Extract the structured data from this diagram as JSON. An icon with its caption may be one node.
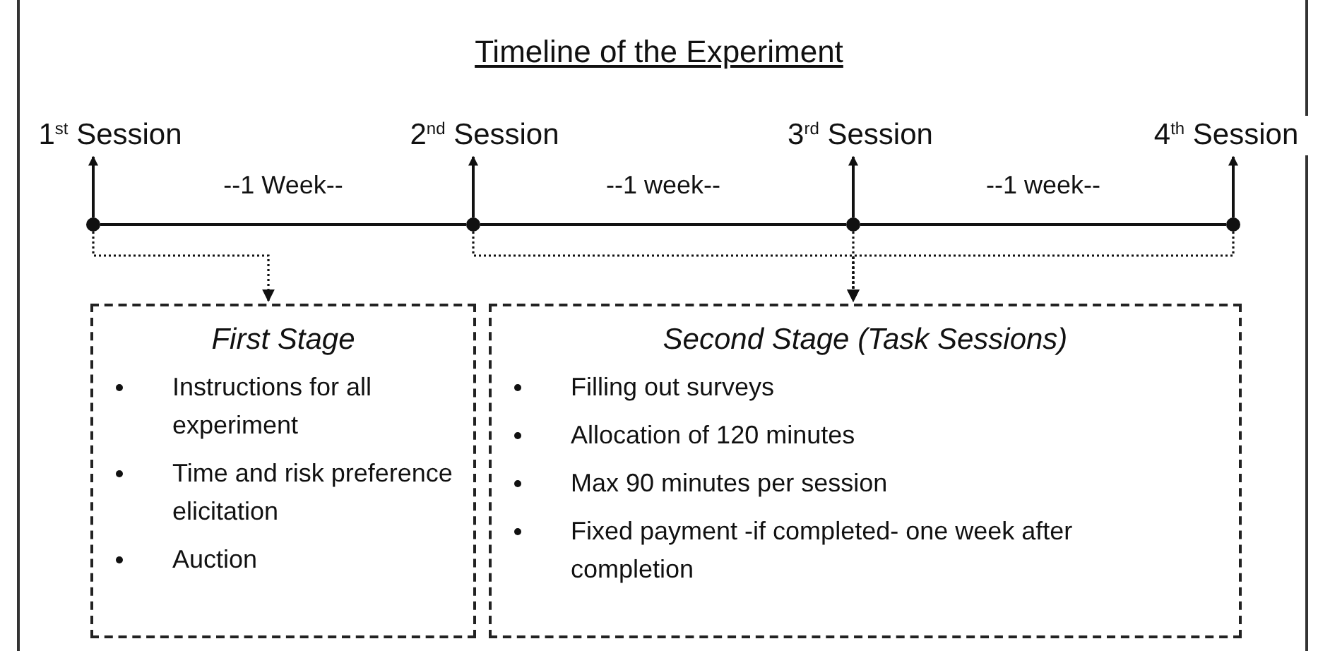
{
  "diagram": {
    "title": "Timeline of the Experiment",
    "nodes": [
      {
        "text": [
          "1$^{st}$ Session"
        ]
      },
      {
        "text": [
          "2$^{nd}$ Session"
        ]
      },
      {
        "text": [
          "3$^{rd}$ Session"
        ]
      },
      {
        "text": [
          "4$^{th}$ Session"
        ]
      },
      {
        "text": [],
        "shape": "circle"
      },
      {
        "text": [],
        "shape": "circle"
      },
      {
        "text": [],
        "shape": "circle"
      },
      {
        "text": [],
        "shape": "circle"
      },
      {
        "text": [
          "First Stage",
          "Instructions for all experiment",
          "Time and risk preference elicitation",
          "Auction"
        ]
      },
      {
        "text": [
          "Second Stage (Task Sessions)",
          "Filling out surveys",
          "Allocation of 120 minutes",
          "Max 90 minutes per session",
          "Fixed payment -if completed- one week after completion"
        ]
      }
    ],
    "edges": [
      {
        "from": 4,
        "to": 0,
        "arrow": "to"
      },
      {
        "from": 5,
        "to": 1,
        "arrow": "to"
      },
      {
        "from": 6,
        "to": 2,
        "arrow": "to"
      },
      {
        "from": 7,
        "to": 3,
        "arrow": "to"
      },
      {
        "from": 4,
        "to": 5,
        "arrow": "none",
        "label": "--1 Week--"
      },
      {
        "from": 5,
        "to": 6,
        "arrow": "none",
        "label": "--1 week--"
      },
      {
        "from": 6,
        "to": 7,
        "arrow": "none",
        "label": "--1 week--"
      },
      {
        "from": 4,
        "to": 8,
        "arrow": "to",
        "style": "dashed"
      },
      {
        "from": 5,
        "to": 9,
        "arrow": "to",
        "style": "dashed"
      },
      {
        "from": 6,
        "to": 9,
        "arrow": "to",
        "style": "dashed"
      },
      {
        "from": 7,
        "to": 9,
        "arrow": "to",
        "style": "dashed"
      }
    ]
  }
}
